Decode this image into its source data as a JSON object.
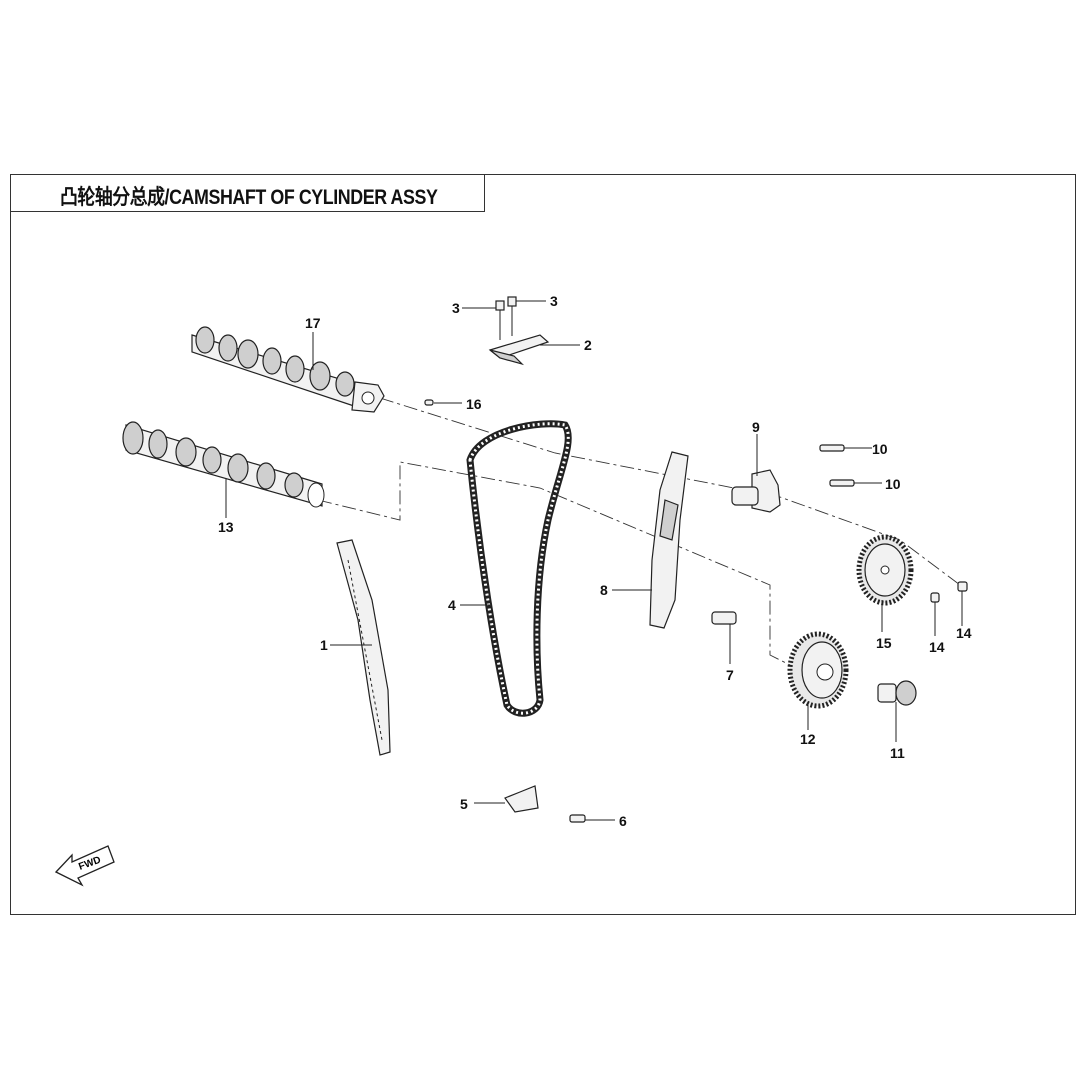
{
  "title": "凸轮轴分总成/CAMSHAFT OF CYLINDER ASSY",
  "fwd_label": "FWD",
  "callouts": [
    {
      "id": "c3a",
      "label": "3"
    },
    {
      "id": "c3b",
      "label": "3"
    },
    {
      "id": "c2",
      "label": "2"
    },
    {
      "id": "c17",
      "label": "17"
    },
    {
      "id": "c16",
      "label": "16"
    },
    {
      "id": "c9",
      "label": "9"
    },
    {
      "id": "c10a",
      "label": "10"
    },
    {
      "id": "c10b",
      "label": "10"
    },
    {
      "id": "c13",
      "label": "13"
    },
    {
      "id": "c8",
      "label": "8"
    },
    {
      "id": "c4",
      "label": "4"
    },
    {
      "id": "c1",
      "label": "1"
    },
    {
      "id": "c15",
      "label": "15"
    },
    {
      "id": "c14a",
      "label": "14"
    },
    {
      "id": "c14b",
      "label": "14"
    },
    {
      "id": "c7",
      "label": "7"
    },
    {
      "id": "c12",
      "label": "12"
    },
    {
      "id": "c11",
      "label": "11"
    },
    {
      "id": "c5",
      "label": "5"
    },
    {
      "id": "c6",
      "label": "6"
    }
  ]
}
